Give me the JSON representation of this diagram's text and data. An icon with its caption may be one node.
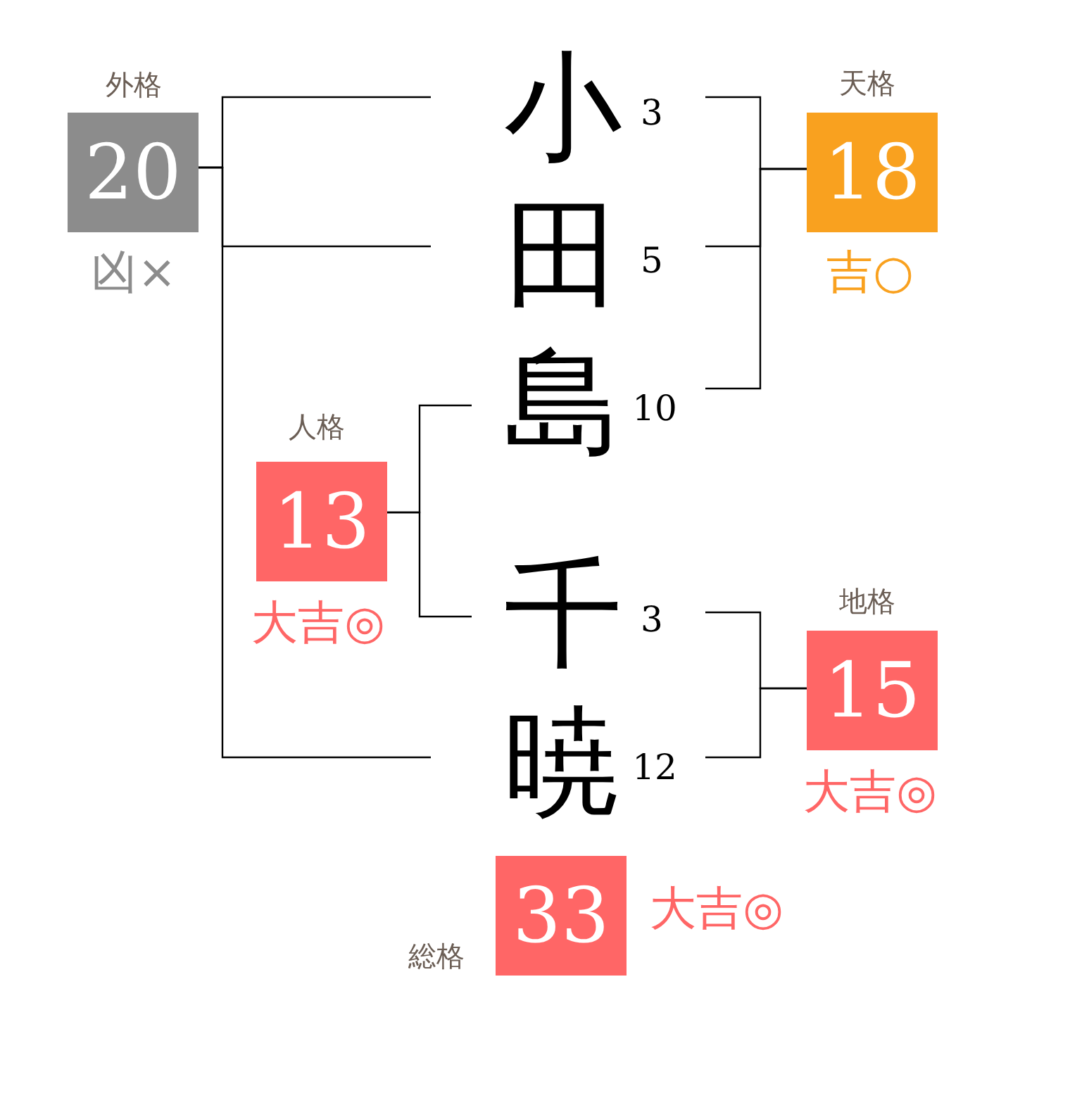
{
  "diagram": {
    "nodes": [
      {
        "text": [
          "外格",
          "20"
        ],
        "beside": [
          "凶×"
        ]
      },
      {
        "text": [
          "小"
        ],
        "beside": [
          "3"
        ]
      },
      {
        "text": [
          "天格",
          "18"
        ],
        "beside": [
          "吉○"
        ]
      },
      {
        "text": [
          "田"
        ],
        "beside": [
          "5"
        ]
      },
      {
        "text": [
          "島"
        ],
        "beside": [
          "10"
        ]
      },
      {
        "text": [
          "人格",
          "13"
        ],
        "beside": [
          "大吉◎"
        ]
      },
      {
        "text": [
          "千"
        ],
        "beside": [
          "3"
        ]
      },
      {
        "text": [
          "地格",
          "15"
        ],
        "beside": [
          "大吉◎"
        ]
      },
      {
        "text": [
          "暁"
        ],
        "beside": [
          "12"
        ]
      },
      {
        "text": [
          "総格",
          "33"
        ],
        "beside": [
          "大吉◎"
        ]
      }
    ],
    "edges": [
      {
        "from": 1,
        "to": 0,
        "arrow": "none"
      },
      {
        "from": 3,
        "to": 0,
        "arrow": "none"
      },
      {
        "from": 8,
        "to": 0,
        "arrow": "none"
      },
      {
        "from": 1,
        "to": 2,
        "arrow": "none"
      },
      {
        "from": 3,
        "to": 2,
        "arrow": "none"
      },
      {
        "from": 4,
        "to": 2,
        "arrow": "none"
      },
      {
        "from": 4,
        "to": 5,
        "arrow": "none"
      },
      {
        "from": 6,
        "to": 5,
        "arrow": "none"
      },
      {
        "from": 6,
        "to": 7,
        "arrow": "none"
      },
      {
        "from": 8,
        "to": 7,
        "arrow": "none"
      }
    ]
  }
}
